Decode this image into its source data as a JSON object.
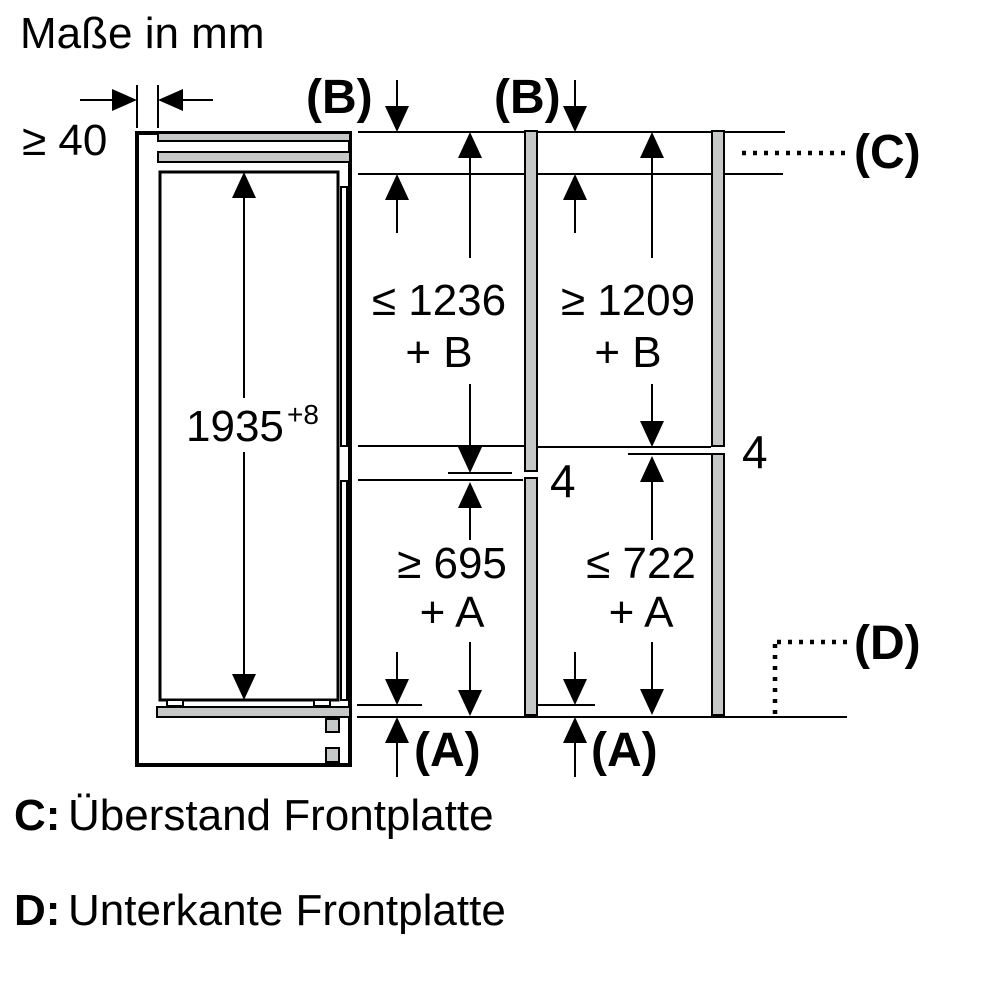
{
  "title": "Maße in mm",
  "dimensions": {
    "rear_gap": "≥ 40",
    "niche_height": "1935",
    "niche_height_tol": "+8",
    "upper_left": {
      "value": "≤ 1236",
      "suffix": "+ B"
    },
    "upper_right": {
      "value": "≥ 1209",
      "suffix": "+ B"
    },
    "lower_left": {
      "value": "≥ 695",
      "suffix": "+ A"
    },
    "lower_right": {
      "value": "≤ 722",
      "suffix": "+ A"
    },
    "joint_gap_left": "4",
    "joint_gap_right": "4"
  },
  "callouts": {
    "b_left": "(B)",
    "b_right": "(B)",
    "c": "(C)",
    "d": "(D)",
    "a_left": "(A)",
    "a_right": "(A)"
  },
  "legend": {
    "c": {
      "key": "C:",
      "label": "Überstand Frontplatte"
    },
    "d": {
      "key": "D:",
      "label": "Unterkante Frontplatte"
    }
  },
  "colors": {
    "line": "#000000",
    "panel_fill": "#c6c8c8",
    "background": "#ffffff"
  }
}
